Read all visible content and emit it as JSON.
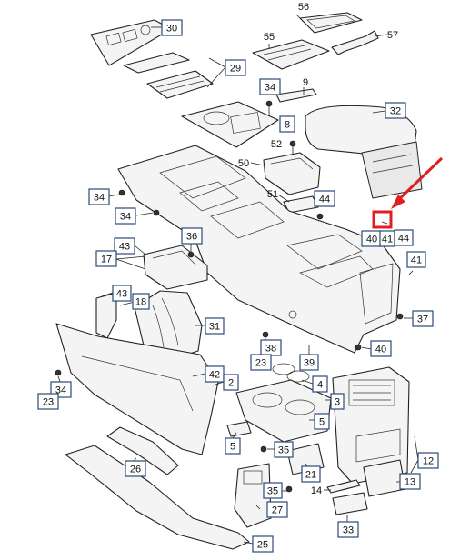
{
  "diagram": {
    "callouts": [
      {
        "id": "c30",
        "label": "30"
      },
      {
        "id": "c56",
        "label": "56"
      },
      {
        "id": "c55",
        "label": "55"
      },
      {
        "id": "c57",
        "label": "57"
      },
      {
        "id": "c29",
        "label": "29"
      },
      {
        "id": "c34a",
        "label": "34"
      },
      {
        "id": "c9",
        "label": "9"
      },
      {
        "id": "c8",
        "label": "8"
      },
      {
        "id": "c32",
        "label": "32"
      },
      {
        "id": "c52",
        "label": "52"
      },
      {
        "id": "c50",
        "label": "50"
      },
      {
        "id": "c51",
        "label": "51"
      },
      {
        "id": "c44a",
        "label": "44"
      },
      {
        "id": "c34b",
        "label": "34"
      },
      {
        "id": "c34c",
        "label": "34"
      },
      {
        "id": "c36",
        "label": "36"
      },
      {
        "id": "c43a",
        "label": "43"
      },
      {
        "id": "c17",
        "label": "17"
      },
      {
        "id": "c40a",
        "label": "40"
      },
      {
        "id": "c41a",
        "label": "41"
      },
      {
        "id": "c44b",
        "label": "44"
      },
      {
        "id": "c41b",
        "label": "41"
      },
      {
        "id": "c43b",
        "label": "43"
      },
      {
        "id": "c18",
        "label": "18"
      },
      {
        "id": "c31",
        "label": "31"
      },
      {
        "id": "c37",
        "label": "37"
      },
      {
        "id": "c38",
        "label": "38"
      },
      {
        "id": "c40b",
        "label": "40"
      },
      {
        "id": "c23a",
        "label": "23"
      },
      {
        "id": "c39",
        "label": "39"
      },
      {
        "id": "c42",
        "label": "42"
      },
      {
        "id": "c2",
        "label": "2"
      },
      {
        "id": "c4",
        "label": "4"
      },
      {
        "id": "c34d",
        "label": "34"
      },
      {
        "id": "c23b",
        "label": "23"
      },
      {
        "id": "c3",
        "label": "3"
      },
      {
        "id": "c5a",
        "label": "5"
      },
      {
        "id": "c5b",
        "label": "5"
      },
      {
        "id": "c35a",
        "label": "35"
      },
      {
        "id": "c12",
        "label": "12"
      },
      {
        "id": "c26",
        "label": "26"
      },
      {
        "id": "c21",
        "label": "21"
      },
      {
        "id": "c13",
        "label": "13"
      },
      {
        "id": "c14",
        "label": "14"
      },
      {
        "id": "c35b",
        "label": "35"
      },
      {
        "id": "c27",
        "label": "27"
      },
      {
        "id": "c33",
        "label": "33"
      },
      {
        "id": "c25",
        "label": "25"
      }
    ]
  },
  "colors": {
    "callout_border": "#2a4a78",
    "highlight": "#e02020",
    "line": "#222222"
  }
}
